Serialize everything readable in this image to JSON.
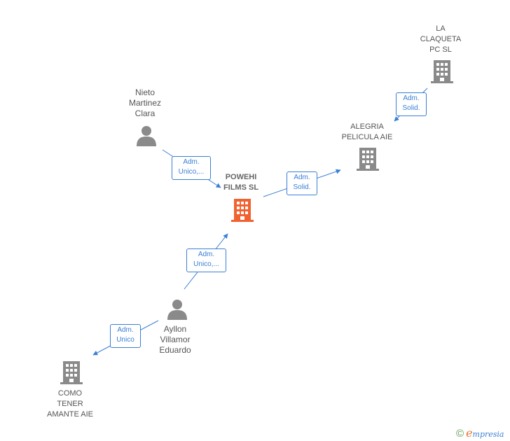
{
  "colors": {
    "edge": "#3a7fd5",
    "node": "#8a8a8a",
    "center": "#f06230"
  },
  "nodes": {
    "la_claqueta": {
      "label": "LA\nCLAQUETA\nPC SL",
      "icon": "building-icon"
    },
    "nieto": {
      "label": "Nieto\nMartinez\nClara",
      "icon": "person-icon"
    },
    "alegria": {
      "label": "ALEGRIA\nPELICULA AIE",
      "icon": "building-icon"
    },
    "powehi": {
      "label": "POWEHI\nFILMS  SL",
      "icon": "building-icon"
    },
    "ayllon": {
      "label": "Ayllon\nVillamor\nEduardo",
      "icon": "person-icon"
    },
    "como_tener": {
      "label": "COMO\nTENER\nAMANTE  AIE",
      "icon": "building-icon"
    }
  },
  "edges": {
    "claqueta_alegria": "Adm.\nSolid.",
    "nieto_powehi": "Adm.\nUnico,...",
    "powehi_alegria": "Adm.\nSolid.",
    "ayllon_powehi": "Adm.\nUnico,...",
    "ayllon_como": "Adm.\nUnico"
  },
  "brand": {
    "copyright": "©",
    "initial": "e",
    "rest": "mpresia"
  }
}
